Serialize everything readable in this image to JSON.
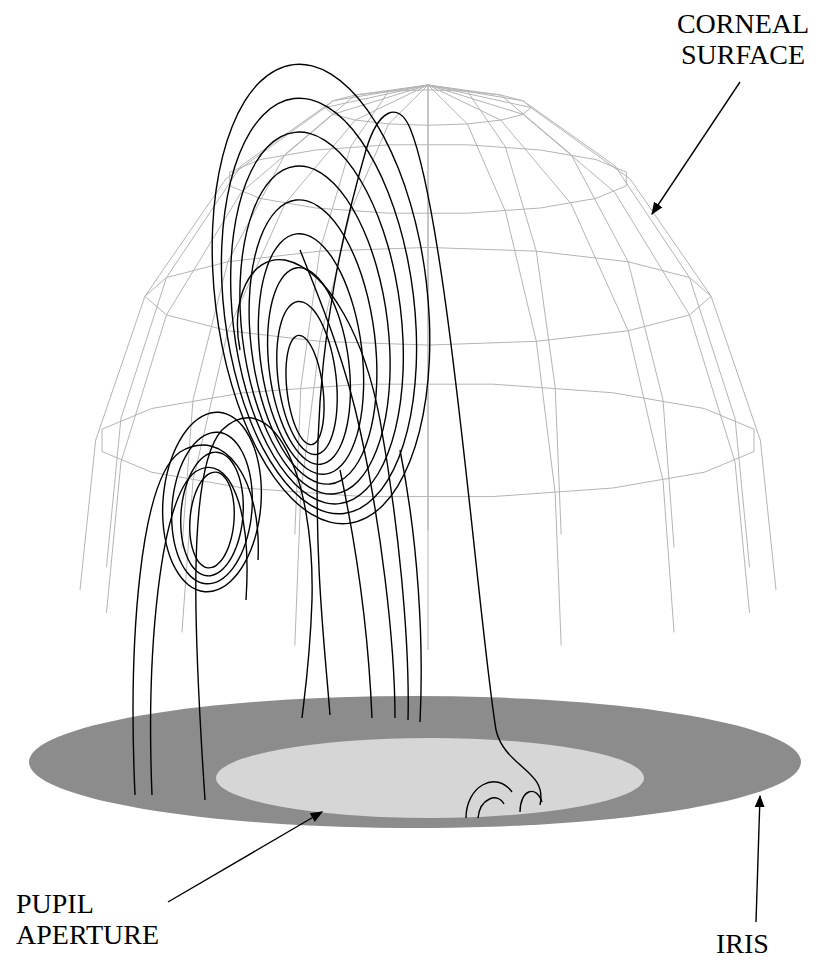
{
  "diagram": {
    "labels": [
      "CORNEAL SURFACE",
      "PUPIL APERTURE",
      "IRIS"
    ]
  }
}
